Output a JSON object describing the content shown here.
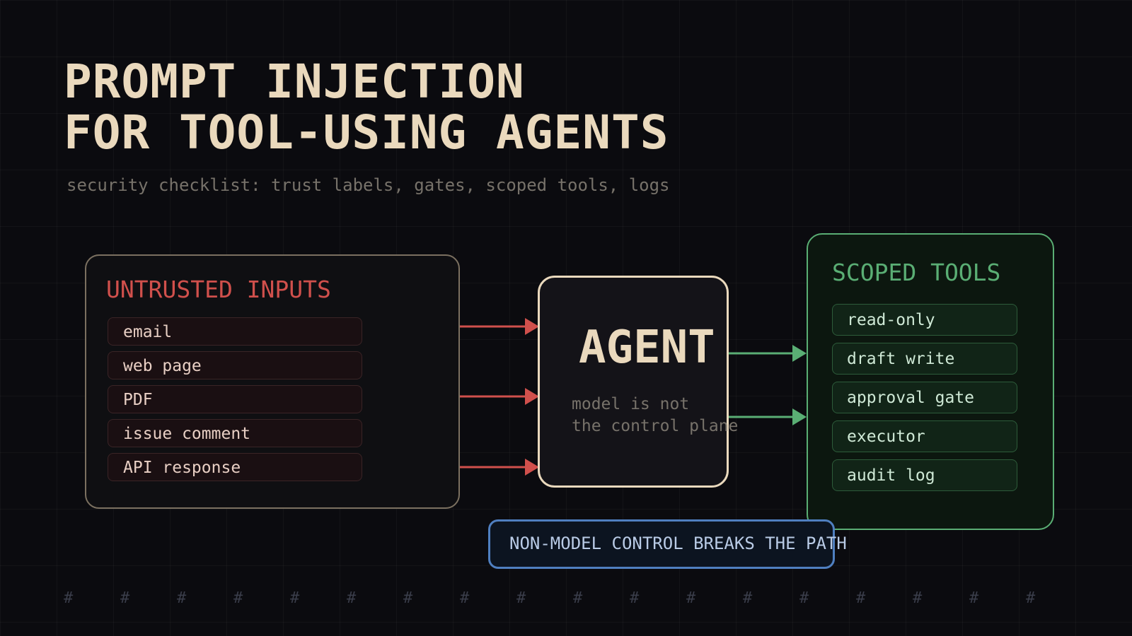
{
  "header": {
    "title_line1": "PROMPT INJECTION",
    "title_line2": "FOR TOOL-USING AGENTS",
    "subtitle": "security checklist: trust labels, gates, scoped tools, logs"
  },
  "untrusted": {
    "title": "UNTRUSTED INPUTS",
    "items": [
      "email",
      "web page",
      "PDF",
      "issue comment",
      "API response"
    ]
  },
  "agent": {
    "title": "AGENT",
    "note_line1": "model is not",
    "note_line2": "the control plane"
  },
  "tools": {
    "title": "SCOPED TOOLS",
    "items": [
      "read-only",
      "draft write",
      "approval gate",
      "executor",
      "audit log"
    ]
  },
  "control": {
    "label": "NON-MODEL CONTROL BREAKS THE PATH"
  },
  "decoration": {
    "hash_glyph": "#"
  },
  "colors": {
    "untrusted": "#d0504c",
    "scoped": "#5aae74",
    "agent": "#ead9bd",
    "control": "#4f7fc0"
  }
}
